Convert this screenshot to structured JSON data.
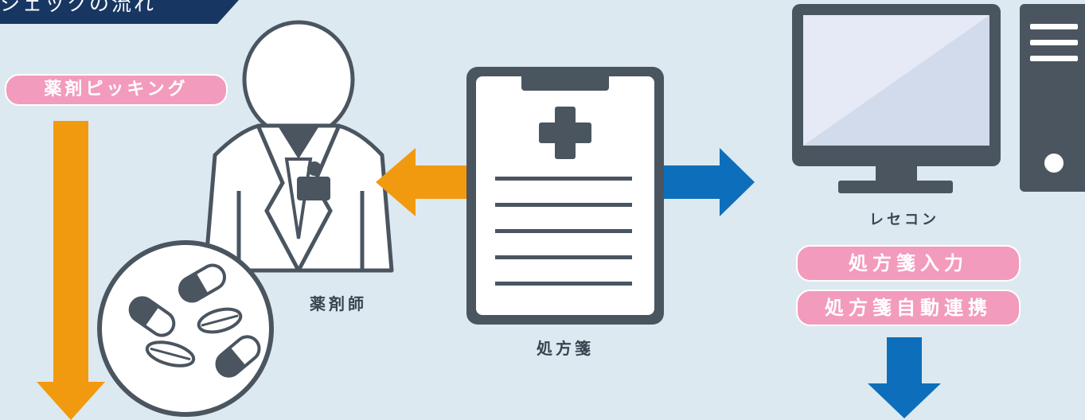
{
  "title": "シェックの流れ",
  "labels": {
    "picking": "薬剤ピッキング",
    "pharmacist": "薬剤師",
    "prescription": "処方箋",
    "receipt_computer": "レセコン",
    "prescription_input": "処方箋入力",
    "prescription_auto_link": "処方箋自動連携"
  },
  "colors": {
    "background": "#dde9f0",
    "title_bar": "#173762",
    "pill": "#f29bbd",
    "orange_arrow": "#f29a0f",
    "blue_arrow": "#0d6fbb",
    "icon_dark": "#4a5560"
  }
}
